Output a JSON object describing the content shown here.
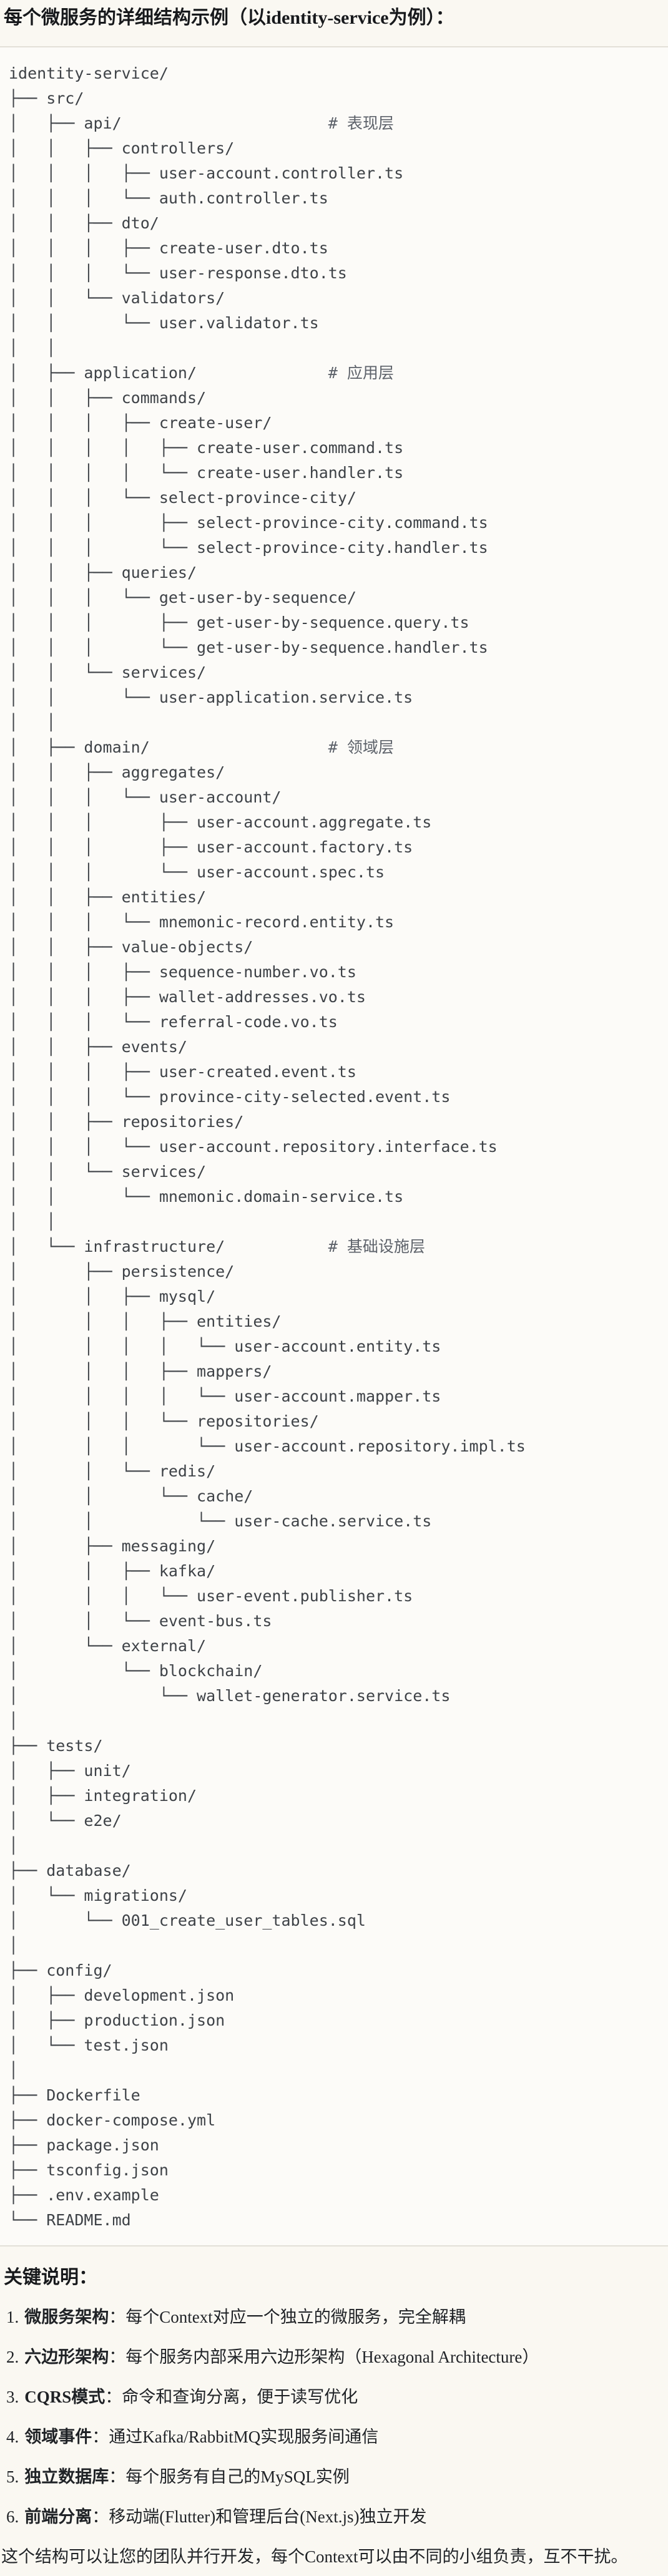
{
  "title": "每个微服务的详细结构示例（以identity-service为例）：",
  "colors": {
    "page_bg": "#FAF8F2",
    "code_bg": "#FCFBF8",
    "code_border": "#E3E0D8",
    "tree_text": "#3E4247",
    "comment_text": "#5D626A",
    "heading_text": "#17191C"
  },
  "tree": {
    "lines": [
      "identity-service/",
      "├── src/",
      "│   ├── api/                      # 表现层",
      "│   │   ├── controllers/",
      "│   │   │   ├── user-account.controller.ts",
      "│   │   │   └── auth.controller.ts",
      "│   │   ├── dto/",
      "│   │   │   ├── create-user.dto.ts",
      "│   │   │   └── user-response.dto.ts",
      "│   │   └── validators/",
      "│   │       └── user.validator.ts",
      "│   │",
      "│   ├── application/              # 应用层",
      "│   │   ├── commands/",
      "│   │   │   ├── create-user/",
      "│   │   │   │   ├── create-user.command.ts",
      "│   │   │   │   └── create-user.handler.ts",
      "│   │   │   └── select-province-city/",
      "│   │   │       ├── select-province-city.command.ts",
      "│   │   │       └── select-province-city.handler.ts",
      "│   │   ├── queries/",
      "│   │   │   └── get-user-by-sequence/",
      "│   │   │       ├── get-user-by-sequence.query.ts",
      "│   │   │       └── get-user-by-sequence.handler.ts",
      "│   │   └── services/",
      "│   │       └── user-application.service.ts",
      "│   │",
      "│   ├── domain/                   # 领域层",
      "│   │   ├── aggregates/",
      "│   │   │   └── user-account/",
      "│   │   │       ├── user-account.aggregate.ts",
      "│   │   │       ├── user-account.factory.ts",
      "│   │   │       └── user-account.spec.ts",
      "│   │   ├── entities/",
      "│   │   │   └── mnemonic-record.entity.ts",
      "│   │   ├── value-objects/",
      "│   │   │   ├── sequence-number.vo.ts",
      "│   │   │   ├── wallet-addresses.vo.ts",
      "│   │   │   └── referral-code.vo.ts",
      "│   │   ├── events/",
      "│   │   │   ├── user-created.event.ts",
      "│   │   │   └── province-city-selected.event.ts",
      "│   │   ├── repositories/",
      "│   │   │   └── user-account.repository.interface.ts",
      "│   │   └── services/",
      "│   │       └── mnemonic.domain-service.ts",
      "│   │",
      "│   └── infrastructure/           # 基础设施层",
      "│       ├── persistence/",
      "│       │   ├── mysql/",
      "│       │   │   ├── entities/",
      "│       │   │   │   └── user-account.entity.ts",
      "│       │   │   ├── mappers/",
      "│       │   │   │   └── user-account.mapper.ts",
      "│       │   │   └── repositories/",
      "│       │   │       └── user-account.repository.impl.ts",
      "│       │   └── redis/",
      "│       │       └── cache/",
      "│       │           └── user-cache.service.ts",
      "│       ├── messaging/",
      "│       │   ├── kafka/",
      "│       │   │   └── user-event.publisher.ts",
      "│       │   └── event-bus.ts",
      "│       └── external/",
      "│           └── blockchain/",
      "│               └── wallet-generator.service.ts",
      "│",
      "├── tests/",
      "│   ├── unit/",
      "│   ├── integration/",
      "│   └── e2e/",
      "│",
      "├── database/",
      "│   └── migrations/",
      "│       └── 001_create_user_tables.sql",
      "│",
      "├── config/",
      "│   ├── development.json",
      "│   ├── production.json",
      "│   └── test.json",
      "│",
      "├── Dockerfile",
      "├── docker-compose.yml",
      "├── package.json",
      "├── tsconfig.json",
      "├── .env.example",
      "└── README.md"
    ]
  },
  "notes": {
    "heading": "关键说明：",
    "colon": "：",
    "items": [
      {
        "num": "1.",
        "term": "微服务架构",
        "text": "每个Context对应一个独立的微服务，完全解耦"
      },
      {
        "num": "2.",
        "term": "六边形架构",
        "text": "每个服务内部采用六边形架构（Hexagonal Architecture）"
      },
      {
        "num": "3.",
        "term": "CQRS模式",
        "text": "命令和查询分离，便于读写优化"
      },
      {
        "num": "4.",
        "term": "领域事件",
        "text": "通过Kafka/RabbitMQ实现服务间通信"
      },
      {
        "num": "5.",
        "term": "独立数据库",
        "text": "每个服务有自己的MySQL实例"
      },
      {
        "num": "6.",
        "term": "前端分离",
        "text": "移动端(Flutter)和管理后台(Next.js)独立开发"
      }
    ],
    "footer": "这个结构可以让您的团队并行开发，每个Context可以由不同的小组负责，互不干扰。"
  }
}
